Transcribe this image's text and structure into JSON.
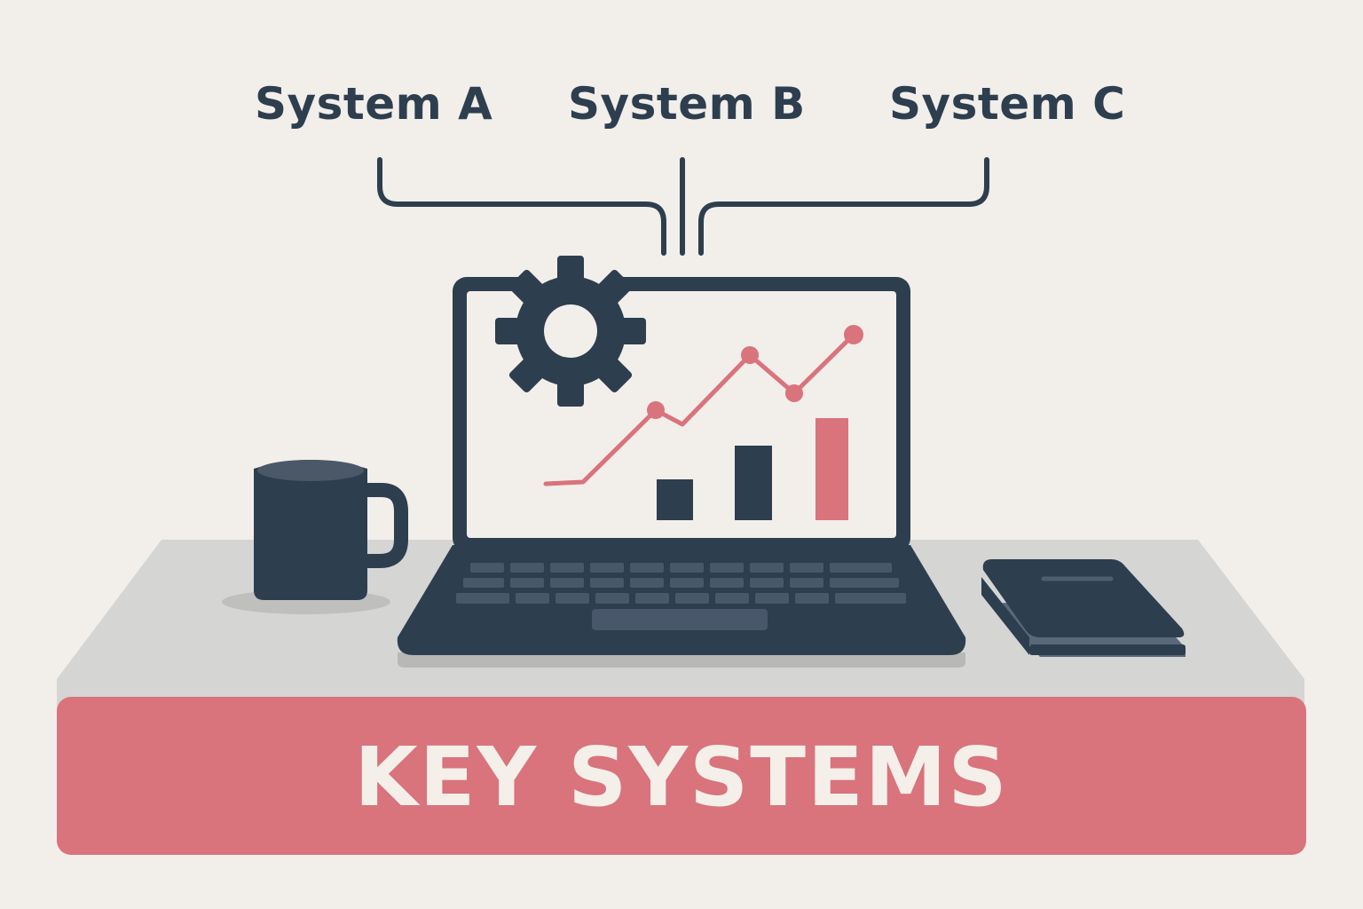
{
  "systems": [
    {
      "label": "System A"
    },
    {
      "label": "System B"
    },
    {
      "label": "System C"
    }
  ],
  "banner": {
    "title": "KEY SYSTEMS"
  },
  "colors": {
    "background": "#f2eeea",
    "dark": "#2d3e4f",
    "accent": "#d9737c",
    "desk_top": "#d5d5d3",
    "screen": "#f2eeea"
  },
  "icons": [
    "gear-icon",
    "line-chart-icon",
    "bar-chart-icon",
    "coffee-mug-icon",
    "notebook-icon",
    "laptop-icon"
  ]
}
